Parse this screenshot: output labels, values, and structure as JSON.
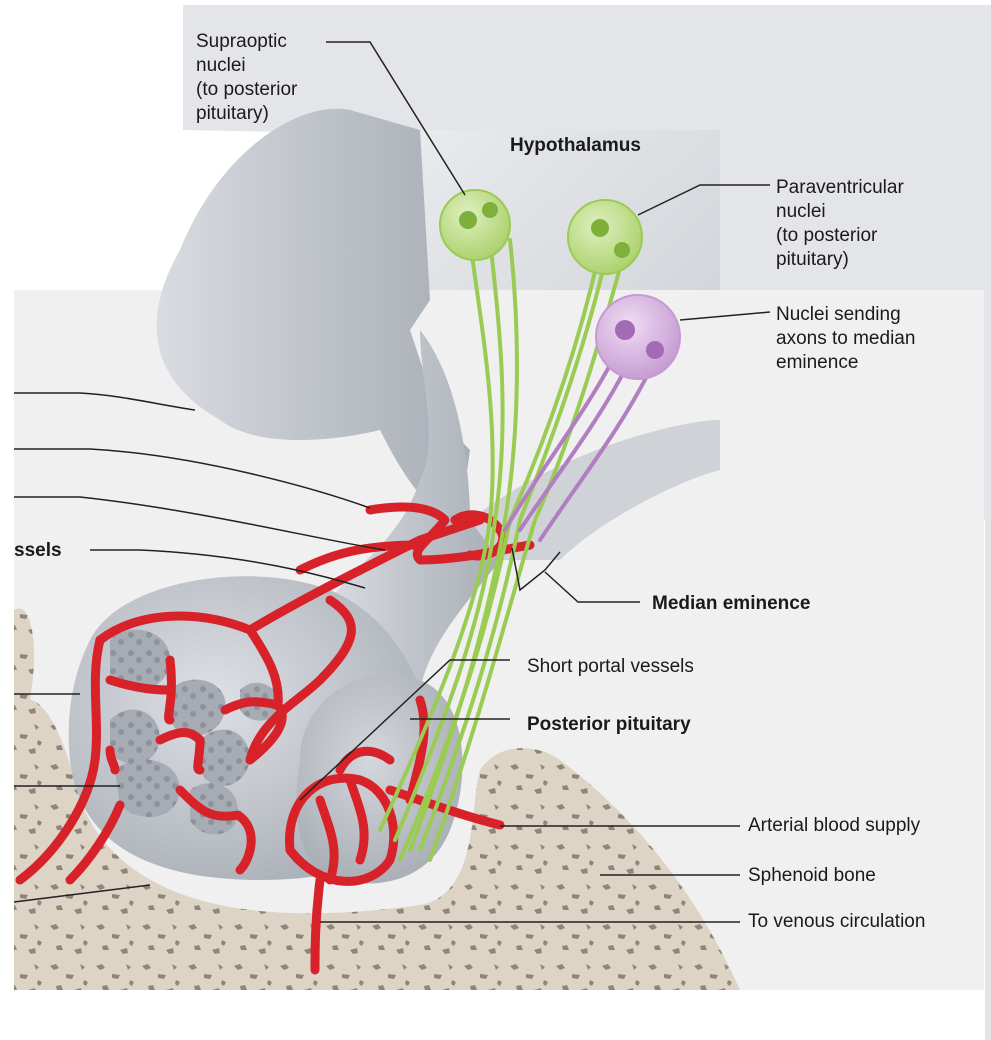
{
  "labels": {
    "supraoptic": "Supraoptic\nnuclei\n(to posterior\npituitary)",
    "hypothalamus": "Hypothalamus",
    "paraventricular": "Paraventricular\nnuclei\n(to posterior\npituitary)",
    "nuclei_median": "Nuclei sending\naxons to median\neminence",
    "vessels_fragment": "ssels",
    "median_eminence": "Median eminence",
    "short_portal": "Short portal vessels",
    "posterior_pituitary": "Posterior pituitary",
    "arterial": "Arterial blood supply",
    "sphenoid": "Sphenoid bone",
    "venous": "To venous circulation"
  },
  "colors": {
    "background": "#ffffff",
    "hypothalamus_panel": "#e4e5e8",
    "tissue": "#c9ccd2",
    "tissue_dark": "#9ea3ac",
    "vessel": "#d8222a",
    "vessel_dark": "#a3151b",
    "axon_green": "#9acb53",
    "nucleus_green": "#bedc8a",
    "axon_purple": "#b17fc1",
    "nucleus_purple": "#d9b8e2",
    "bone": "#ddd4c6",
    "bone_spots": "#8f8678",
    "leader": "#222222"
  }
}
